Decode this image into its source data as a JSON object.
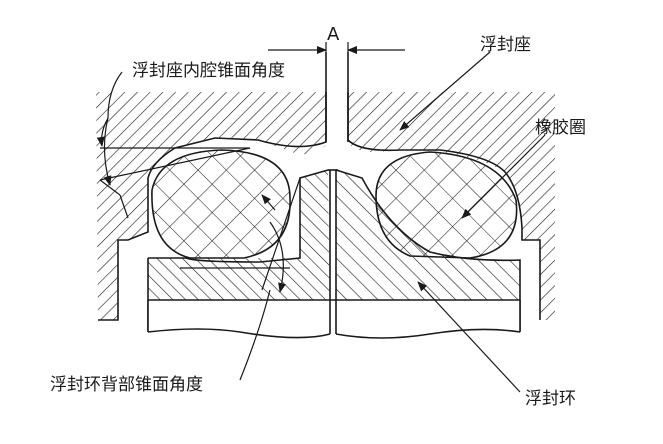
{
  "diagram": {
    "dimension_label": "A",
    "labels": {
      "seat_cone_angle": "浮封座内腔锥面角度",
      "seat": "浮封座",
      "rubber_ring": "橡胶圈",
      "ring_back_cone_angle": "浮封环背部锥面角度",
      "ring": "浮封环"
    },
    "colors": {
      "line": "#1a1a1a",
      "background": "#ffffff"
    }
  }
}
